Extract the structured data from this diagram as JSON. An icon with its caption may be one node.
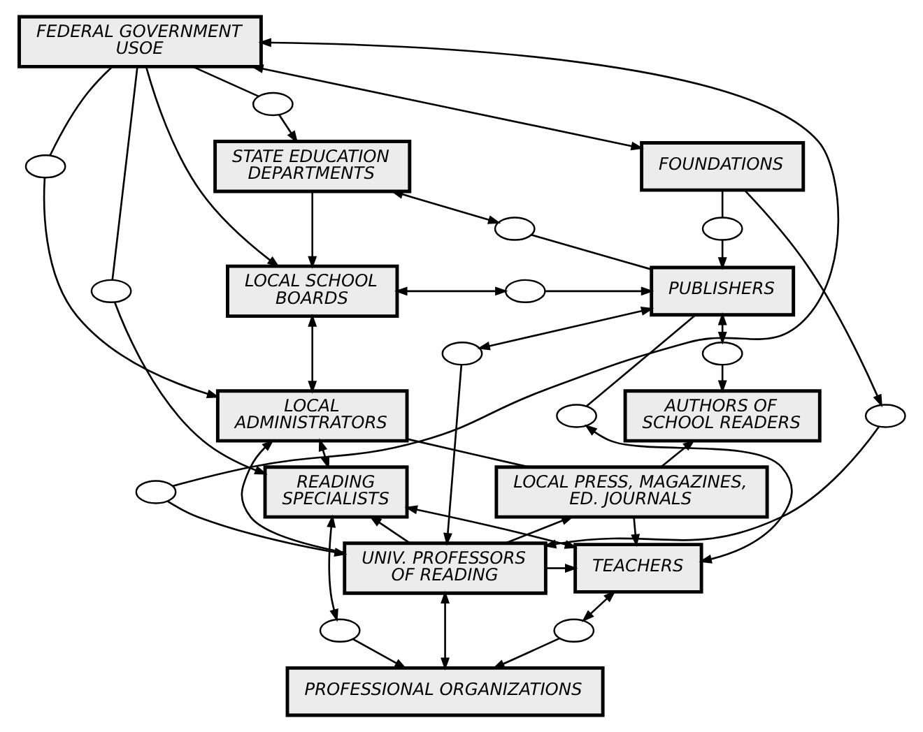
{
  "diagram": {
    "nodes": [
      {
        "text": [
          "FEDERAL GOVERNMENT USOE"
        ]
      },
      {
        "text": [
          "STATE EDUCATION DEPARTMENTS"
        ]
      },
      {
        "text": [
          "FOUNDATIONS"
        ]
      },
      {
        "text": [
          "LOCAL SCHOOL BOARDS"
        ]
      },
      {
        "text": [
          "PUBLISHERS"
        ]
      },
      {
        "text": [
          "LOCAL ADMINISTRATORS"
        ]
      },
      {
        "text": [
          "AUTHORS OF SCHOOL READERS"
        ]
      },
      {
        "text": [
          "READING SPECIALISTS"
        ]
      },
      {
        "text": [
          "LOCAL PRESS, MAGAZINES, ED. JOURNALS"
        ]
      },
      {
        "text": [
          "TEACHERS"
        ]
      },
      {
        "text": [
          "UNIV. PROFESSORS OF READING"
        ]
      },
      {
        "text": [
          "PROFESSIONAL ORGANIZATIONS"
        ]
      },
      {
        "text": [],
        "shape": "ellipse"
      },
      {
        "text": [],
        "shape": "ellipse"
      },
      {
        "text": [],
        "shape": "ellipse"
      },
      {
        "text": [],
        "shape": "ellipse"
      },
      {
        "text": [],
        "shape": "ellipse"
      },
      {
        "text": [],
        "shape": "ellipse"
      },
      {
        "text": [],
        "shape": "ellipse"
      },
      {
        "text": [],
        "shape": "ellipse"
      },
      {
        "text": [],
        "shape": "ellipse"
      },
      {
        "text": [],
        "shape": "ellipse"
      },
      {
        "text": [],
        "shape": "ellipse"
      },
      {
        "text": [],
        "shape": "ellipse"
      },
      {
        "text": [],
        "shape": "ellipse"
      }
    ],
    "edges": [
      {
        "from": 0,
        "to": 12,
        "arrow": "none"
      },
      {
        "from": 12,
        "to": 1,
        "arrow": "to"
      },
      {
        "from": 0,
        "to": 2,
        "arrow": "both"
      },
      {
        "from": 1,
        "to": 3,
        "arrow": "to"
      },
      {
        "from": 1,
        "to": 14,
        "arrow": "both"
      },
      {
        "from": 14,
        "to": 4,
        "arrow": "none"
      },
      {
        "from": 0,
        "to": 3,
        "arrow": "to"
      },
      {
        "from": 0,
        "to": 15,
        "arrow": "none"
      },
      {
        "from": 15,
        "to": 5,
        "arrow": "to"
      },
      {
        "from": 0,
        "to": 19,
        "arrow": "none"
      },
      {
        "from": 19,
        "to": 7,
        "arrow": "to"
      },
      {
        "from": 3,
        "to": 16,
        "arrow": "both"
      },
      {
        "from": 16,
        "to": 4,
        "arrow": "to"
      },
      {
        "from": 2,
        "to": 13,
        "arrow": "none"
      },
      {
        "from": 13,
        "to": 4,
        "arrow": "to"
      },
      {
        "from": 17,
        "to": 0,
        "arrow": "to"
      },
      {
        "from": 17,
        "to": 10,
        "arrow": "to"
      },
      {
        "from": 2,
        "to": 20,
        "arrow": "to"
      },
      {
        "from": 20,
        "to": 10,
        "arrow": "to"
      },
      {
        "from": 4,
        "to": 18,
        "arrow": "both"
      },
      {
        "from": 18,
        "to": 6,
        "arrow": "to"
      },
      {
        "from": 4,
        "to": 22,
        "arrow": "both"
      },
      {
        "from": 22,
        "to": 10,
        "arrow": "to"
      },
      {
        "from": 9,
        "to": 21,
        "arrow": "both"
      },
      {
        "from": 21,
        "to": 4,
        "arrow": "none"
      },
      {
        "from": 3,
        "to": 5,
        "arrow": "both"
      },
      {
        "from": 5,
        "to": 7,
        "arrow": "both"
      },
      {
        "from": 7,
        "to": 9,
        "arrow": "both"
      },
      {
        "from": 5,
        "to": 8,
        "arrow": "none"
      },
      {
        "from": 10,
        "to": 5,
        "arrow": "to"
      },
      {
        "from": 10,
        "to": 7,
        "arrow": "to"
      },
      {
        "from": 7,
        "to": 23,
        "arrow": "both"
      },
      {
        "from": 23,
        "to": 11,
        "arrow": "to"
      },
      {
        "from": 8,
        "to": 6,
        "arrow": "to"
      },
      {
        "from": 10,
        "to": 8,
        "arrow": "to"
      },
      {
        "from": 8,
        "to": 9,
        "arrow": "to"
      },
      {
        "from": 10,
        "to": 9,
        "arrow": "to"
      },
      {
        "from": 9,
        "to": 24,
        "arrow": "both"
      },
      {
        "from": 24,
        "to": 11,
        "arrow": "to"
      },
      {
        "from": 10,
        "to": 11,
        "arrow": "both"
      }
    ]
  }
}
